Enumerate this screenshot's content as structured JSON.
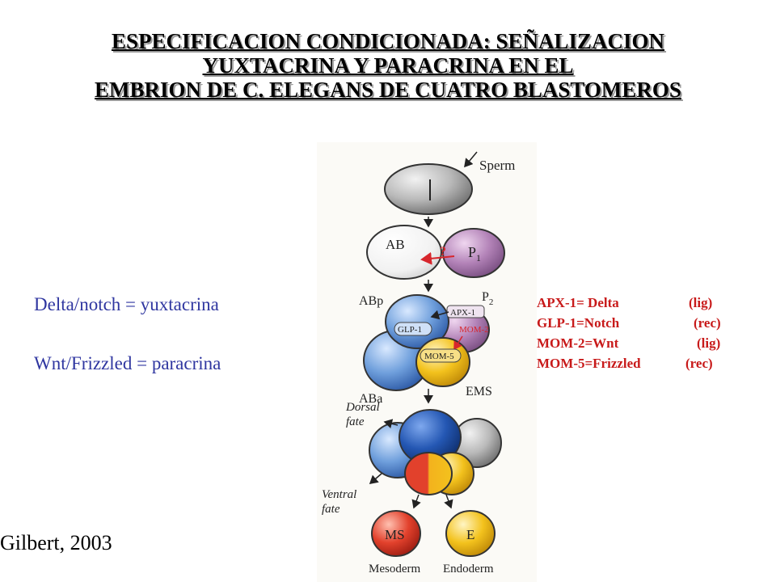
{
  "title": {
    "line1": "ESPECIFICACION CONDICIONADA: SEÑALIZACION",
    "line2": "YUXTACRINA Y PARACRINA EN EL",
    "line3": "EMBRION DE C. ELEGANS DE CUATRO BLASTOMEROS"
  },
  "notes": {
    "juxtacrine": "Delta/notch = yuxtacrina",
    "paracrine": "Wnt/Frizzled = paracrina"
  },
  "citation": "Gilbert, 2003",
  "legend": [
    {
      "term": "APX-1= Delta",
      "kind": "(lig)"
    },
    {
      "term": "GLP-1=Notch",
      "kind": "(rec)"
    },
    {
      "term": "MOM-2=Wnt",
      "kind": "(lig)"
    },
    {
      "term": "MOM-5=Frizzled",
      "kind": "(rec)"
    }
  ],
  "figure": {
    "sperm": "Sperm",
    "ab": "AB",
    "p1_base": "P",
    "p1_sub": "1",
    "question": "?",
    "abp": "ABp",
    "p2_base": "P",
    "p2_sub": "2",
    "apx1": "APX-1",
    "glp1": "GLP-1",
    "mom2": "MOM-2",
    "mom5": "MOM-5",
    "aba": "ABa",
    "ems": "EMS",
    "dorsal_line1": "Dorsal",
    "dorsal_line2": "fate",
    "ventral_line1": "Ventral",
    "ventral_line2": "fate",
    "ms": "MS",
    "e": "E",
    "mesoderm": "Mesoderm",
    "endoderm": "Endoderm"
  },
  "colors": {
    "title_shadow": "#9a9a9a",
    "note_blue": "#2f36a0",
    "legend_red": "#c81a1a",
    "cell_gray": "#b5b5b5",
    "cell_purple": "#b383b8",
    "cell_blue": "#6f9fdc",
    "cell_dark_blue": "#2457b3",
    "cell_yellow": "#f3c21d",
    "cell_red": "#e2412c",
    "arrow_red": "#d7262c"
  }
}
